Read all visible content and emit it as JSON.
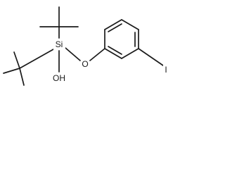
{
  "molecule": {
    "atoms": {
      "si": "Si",
      "o_ether": "O",
      "oh": "OH",
      "iodine": "I"
    }
  }
}
